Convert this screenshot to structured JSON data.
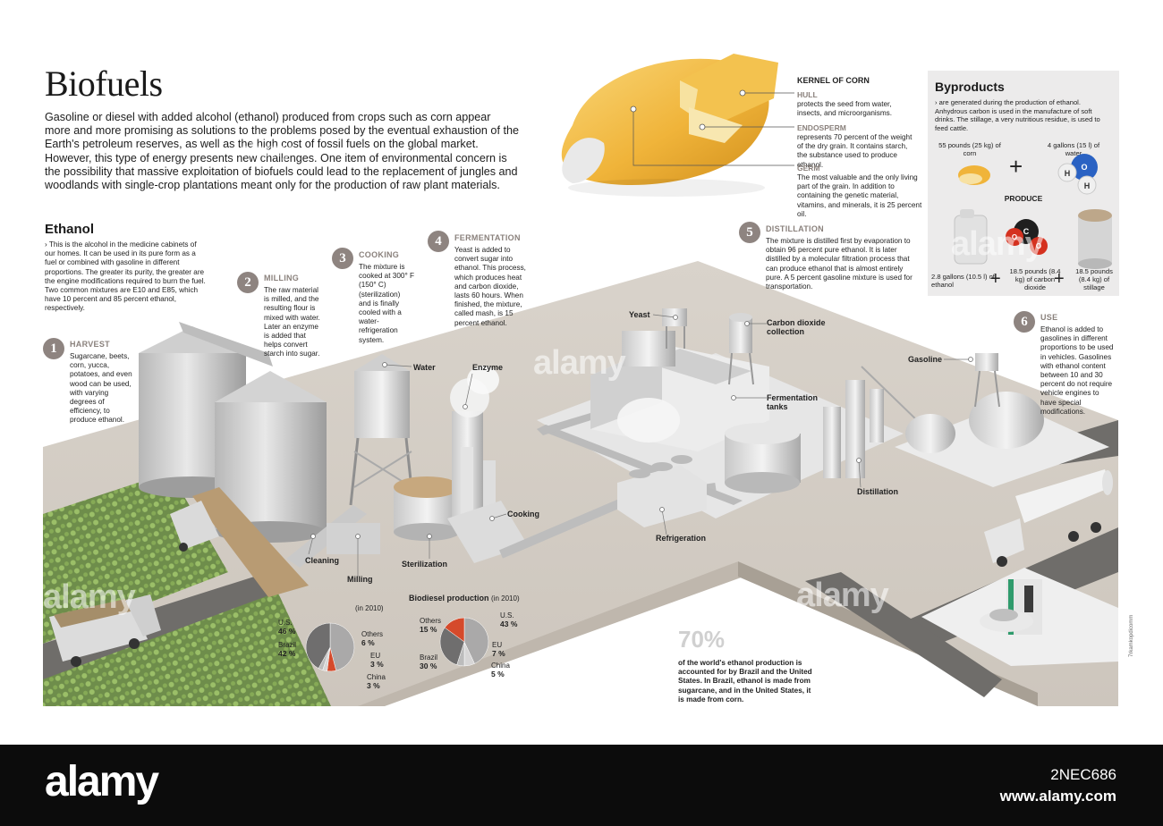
{
  "title": "Biofuels",
  "intro": "Gasoline or diesel with added alcohol (ethanol) produced from crops such as corn appear more and more promising as solutions to the problems posed by the eventual exhaustion of the Earth's petroleum reserves, as well as the high cost of fossil fuels on the global market. However, this type of energy presents new challenges. One item of environmental concern is the possibility that massive exploitation of biofuels could lead to the replacement of jungles and woodlands with single-crop plantations meant only for the production of raw plant materials.",
  "ethanol": {
    "heading": "Ethanol",
    "text": "› This is the alcohol in the medicine cabinets of our homes. It can be used in its pure form as a fuel or combined with gasoline in different proportions. The greater its purity, the greater are the engine modifications required to burn the fuel. Two common mixtures are E10 and E85, which have 10 percent and 85 percent ethanol, respectively."
  },
  "steps": [
    {
      "num": "1",
      "title": "HARVEST",
      "text": "Sugarcane, beets, corn, yucca, potatoes, and even wood can be used, with varying degrees of efficiency, to produce ethanol."
    },
    {
      "num": "2",
      "title": "MILLING",
      "text": "The raw material is milled, and the resulting flour is mixed with water. Later an enzyme is added that helps convert starch into sugar."
    },
    {
      "num": "3",
      "title": "COOKING",
      "text": "The mixture is cooked at 300° F (150° C) (sterilization) and is finally cooled with a water-refrigeration system."
    },
    {
      "num": "4",
      "title": "FERMENTATION",
      "text": "Yeast is added to convert sugar into ethanol. This process, which produces heat and carbon dioxide, lasts 60 hours. When finished, the mixture, called mash, is 15 percent ethanol."
    },
    {
      "num": "5",
      "title": "DISTILLATION",
      "text": "The mixture is distilled first by evaporation to obtain 96 percent pure ethanol. It is later distilled by a molecular filtration process that can produce ethanol that is almost entirely pure. A 5 percent gasoline mixture is used for transportation."
    },
    {
      "num": "6",
      "title": "USE",
      "text": "Ethanol is added to gasolines in different proportions to be used in vehicles. Gasolines with ethanol content between 10 and 30 percent do not require vehicle engines to have special modifications."
    }
  ],
  "corn": {
    "title": "KERNEL OF CORN",
    "parts": [
      {
        "name": "HULL",
        "text": "protects the seed from water, insects, and microorganisms."
      },
      {
        "name": "ENDOSPERM",
        "text": "represents 70 percent of the weight of the dry grain. It contains starch, the substance used to produce ethanol."
      },
      {
        "name": "GERM",
        "text": "The most valuable and the only living part of the grain. In addition to containing the genetic material, vitamins, and minerals, it is 25 percent oil."
      }
    ]
  },
  "byproducts": {
    "heading": "Byproducts",
    "text": "› are generated during the production of ethanol. Anhydrous carbon is used in the manufacture of soft drinks. The stillage, a very nutritious residue, is used to feed cattle.",
    "input1": "55 pounds (25 kg) of corn",
    "input2": "4 gallons (15 l) of water",
    "produce": "PRODUCE",
    "out1": "2.8 gallons (10.5 l) of ethanol",
    "out2": "18.5 pounds (8.4 kg) of carbon dioxide",
    "out3": "18.5 pounds (8.4 kg) of stillage",
    "plus": "+",
    "atom_h": "H",
    "atom_o": "O",
    "atom_c": "C"
  },
  "labels": {
    "water": "Water",
    "enzyme": "Enzyme",
    "yeast": "Yeast",
    "co2": "Carbon dioxide collection",
    "fermentation": "Fermentation tanks",
    "gasoline": "Gasoline",
    "distillation": "Distillation",
    "refrigeration": "Refrigeration",
    "cooking": "Cooking",
    "sterilization": "Sterilization",
    "milling": "Milling",
    "cleaning": "Cleaning"
  },
  "ethanol_pie": {
    "caption": "(in 2010)",
    "slices": [
      {
        "name": "U.S.",
        "value": 46,
        "label": "46 %",
        "color": "#aaa9a9"
      },
      {
        "name": "Others",
        "value": 6,
        "label": "6 %",
        "color": "#d54a2b"
      },
      {
        "name": "EU",
        "value": 3,
        "label": "3 %",
        "color": "#d7d6d6"
      },
      {
        "name": "China",
        "value": 3,
        "label": "3 %",
        "color": "#bcbcbc"
      },
      {
        "name": "Brazil",
        "value": 42,
        "label": "42 %",
        "color": "#6f6e6e"
      }
    ]
  },
  "biodiesel_pie": {
    "caption": "Biodiesel production",
    "caption_year": "(in 2010)",
    "slices": [
      {
        "name": "U.S.",
        "value": 43,
        "label": "43 %",
        "color": "#aaa9a9"
      },
      {
        "name": "EU",
        "value": 7,
        "label": "7 %",
        "color": "#d7d6d6"
      },
      {
        "name": "China",
        "value": 5,
        "label": "5 %",
        "color": "#bcbcbc"
      },
      {
        "name": "Brazil",
        "value": 30,
        "label": "30 %",
        "color": "#6f6e6e"
      },
      {
        "name": "Others",
        "value": 15,
        "label": "15 %",
        "color": "#d54a2b"
      }
    ]
  },
  "stat": {
    "value": "70%",
    "text": "of the world's ethanol production is accounted for by Brazil and the United States. In Brazil, ethanol is made from sugarcane, and in the United States, it is made from corn."
  },
  "credit": "7rkamkopdicomm",
  "watermarks": [
    "alamy",
    "alamy",
    "alamy",
    "alamy",
    "alamy"
  ],
  "footer": {
    "logo": "alamy",
    "image_id": "2NEC686",
    "url": "www.alamy.com"
  },
  "colors": {
    "ground": "#d6d0c8",
    "building": "#e9e9e9",
    "accent_step": "#8e8480",
    "corn": "#f2b93a"
  }
}
